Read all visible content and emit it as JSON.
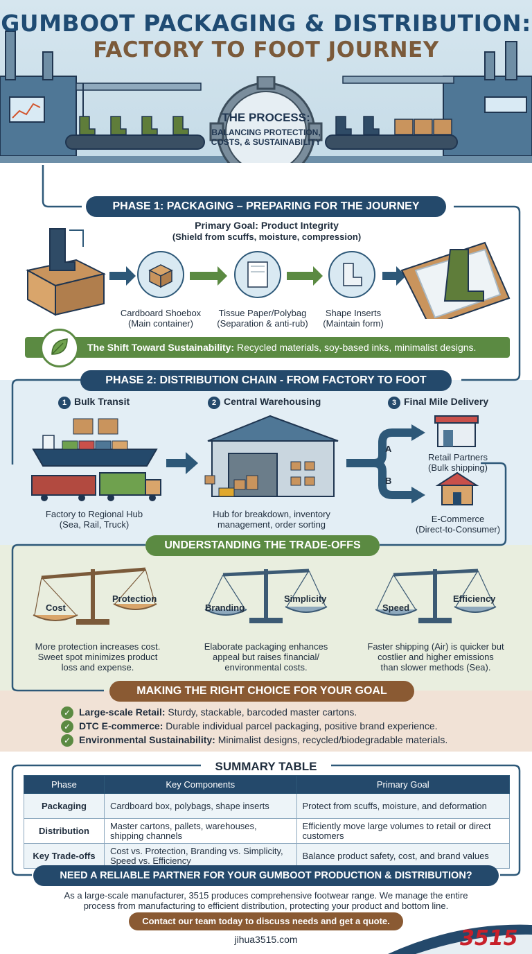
{
  "header": {
    "title_line1": "GUMBOOT PACKAGING & DISTRIBUTION:",
    "title_line2": "FACTORY TO FOOT JOURNEY",
    "process_title": "THE PROCESS:",
    "process_subtitle": "BALANCING PROTECTION, COSTS, & SUSTAINABILITY"
  },
  "phase1": {
    "banner": "PHASE 1: PACKAGING – PREPARING FOR THE JOURNEY",
    "goal_title": "Primary Goal: Product Integrity",
    "goal_sub": "(Shield from scuffs, moisture, compression)",
    "items": [
      {
        "label": "Cardboard Shoebox",
        "sub": "(Main container)"
      },
      {
        "label": "Tissue Paper/Polybag",
        "sub": "(Separation & anti-rub)"
      },
      {
        "label": "Shape Inserts",
        "sub": "(Maintain form)"
      }
    ],
    "sustain_bold": "The Shift Toward Sustainability:",
    "sustain_text": " Recycled materials, soy-based inks, minimalist designs."
  },
  "phase2": {
    "banner": "PHASE 2: DISTRIBUTION CHAIN - FROM FACTORY TO FOOT",
    "steps": [
      {
        "num": "1",
        "label": "Bulk Transit",
        "desc1": "Factory to Regional Hub",
        "desc2": "(Sea, Rail, Truck)"
      },
      {
        "num": "2",
        "label": "Central Warehousing",
        "desc1": "Hub for breakdown, inventory",
        "desc2": "management, order sorting"
      },
      {
        "num": "3",
        "label": "Final Mile Delivery"
      }
    ],
    "route_a": "A",
    "route_b": "B",
    "retail_label": "Retail Partners",
    "retail_sub": "(Bulk shipping)",
    "ecom_label": "E-Commerce",
    "ecom_sub": "(Direct-to-Consumer)"
  },
  "tradeoffs": {
    "banner": "UNDERSTANDING THE TRADE-OFFS",
    "items": [
      {
        "left": "Cost",
        "right": "Protection",
        "desc1": "More protection increases cost.",
        "desc2": "Sweet spot minimizes product",
        "desc3": "loss and expense."
      },
      {
        "left": "Branding",
        "right": "Simplicity",
        "desc1": "Elaborate packaging enhances",
        "desc2": "appeal but raises financial/",
        "desc3": "environmental costs."
      },
      {
        "left": "Speed",
        "right": "Efficiency",
        "desc1": "Faster shipping (Air) is quicker but",
        "desc2": "costlier and higher emissions",
        "desc3": "than slower methods (Sea)."
      }
    ]
  },
  "choice": {
    "banner": "MAKING THE RIGHT CHOICE FOR YOUR GOAL",
    "items": [
      {
        "bold": "Large-scale Retail:",
        "text": " Sturdy, stackable, barcoded master cartons."
      },
      {
        "bold": "DTC E-commerce:",
        "text": " Durable individual parcel packaging, positive brand experience."
      },
      {
        "bold": "Environmental Sustainability:",
        "text": " Minimalist designs, recycled/biodegradable materials."
      }
    ]
  },
  "summary": {
    "title": "SUMMARY TABLE",
    "headers": [
      "Phase",
      "Key Components",
      "Primary Goal"
    ],
    "rows": [
      [
        "Packaging",
        "Cardboard box, polybags, shape inserts",
        "Protect from scuffs, moisture, and deformation"
      ],
      [
        "Distribution",
        "Master cartons, pallets, warehouses, shipping channels",
        "Efficiently move large volumes to retail or direct customers"
      ],
      [
        "Key Trade-offs",
        "Cost vs. Protection, Branding vs. Simplicity, Speed vs. Efficiency",
        "Balance product safety, cost, and brand values"
      ]
    ]
  },
  "cta": {
    "banner": "NEED A RELIABLE PARTNER FOR YOUR GUMBOOT PRODUCTION & DISTRIBUTION?",
    "body1": "As a large-scale manufacturer, 3515 produces comprehensive footwear range. We manage the entire",
    "body2": "process from manufacturing to efficient distribution, protecting your product and bottom line.",
    "button": "Contact our team today to discuss needs and get a quote.",
    "url": "jihua3515.com",
    "logo": "3515"
  },
  "colors": {
    "navy": "#24496b",
    "green": "#5b8a42",
    "brown": "#8a5a33",
    "brand_red": "#c8202a"
  }
}
